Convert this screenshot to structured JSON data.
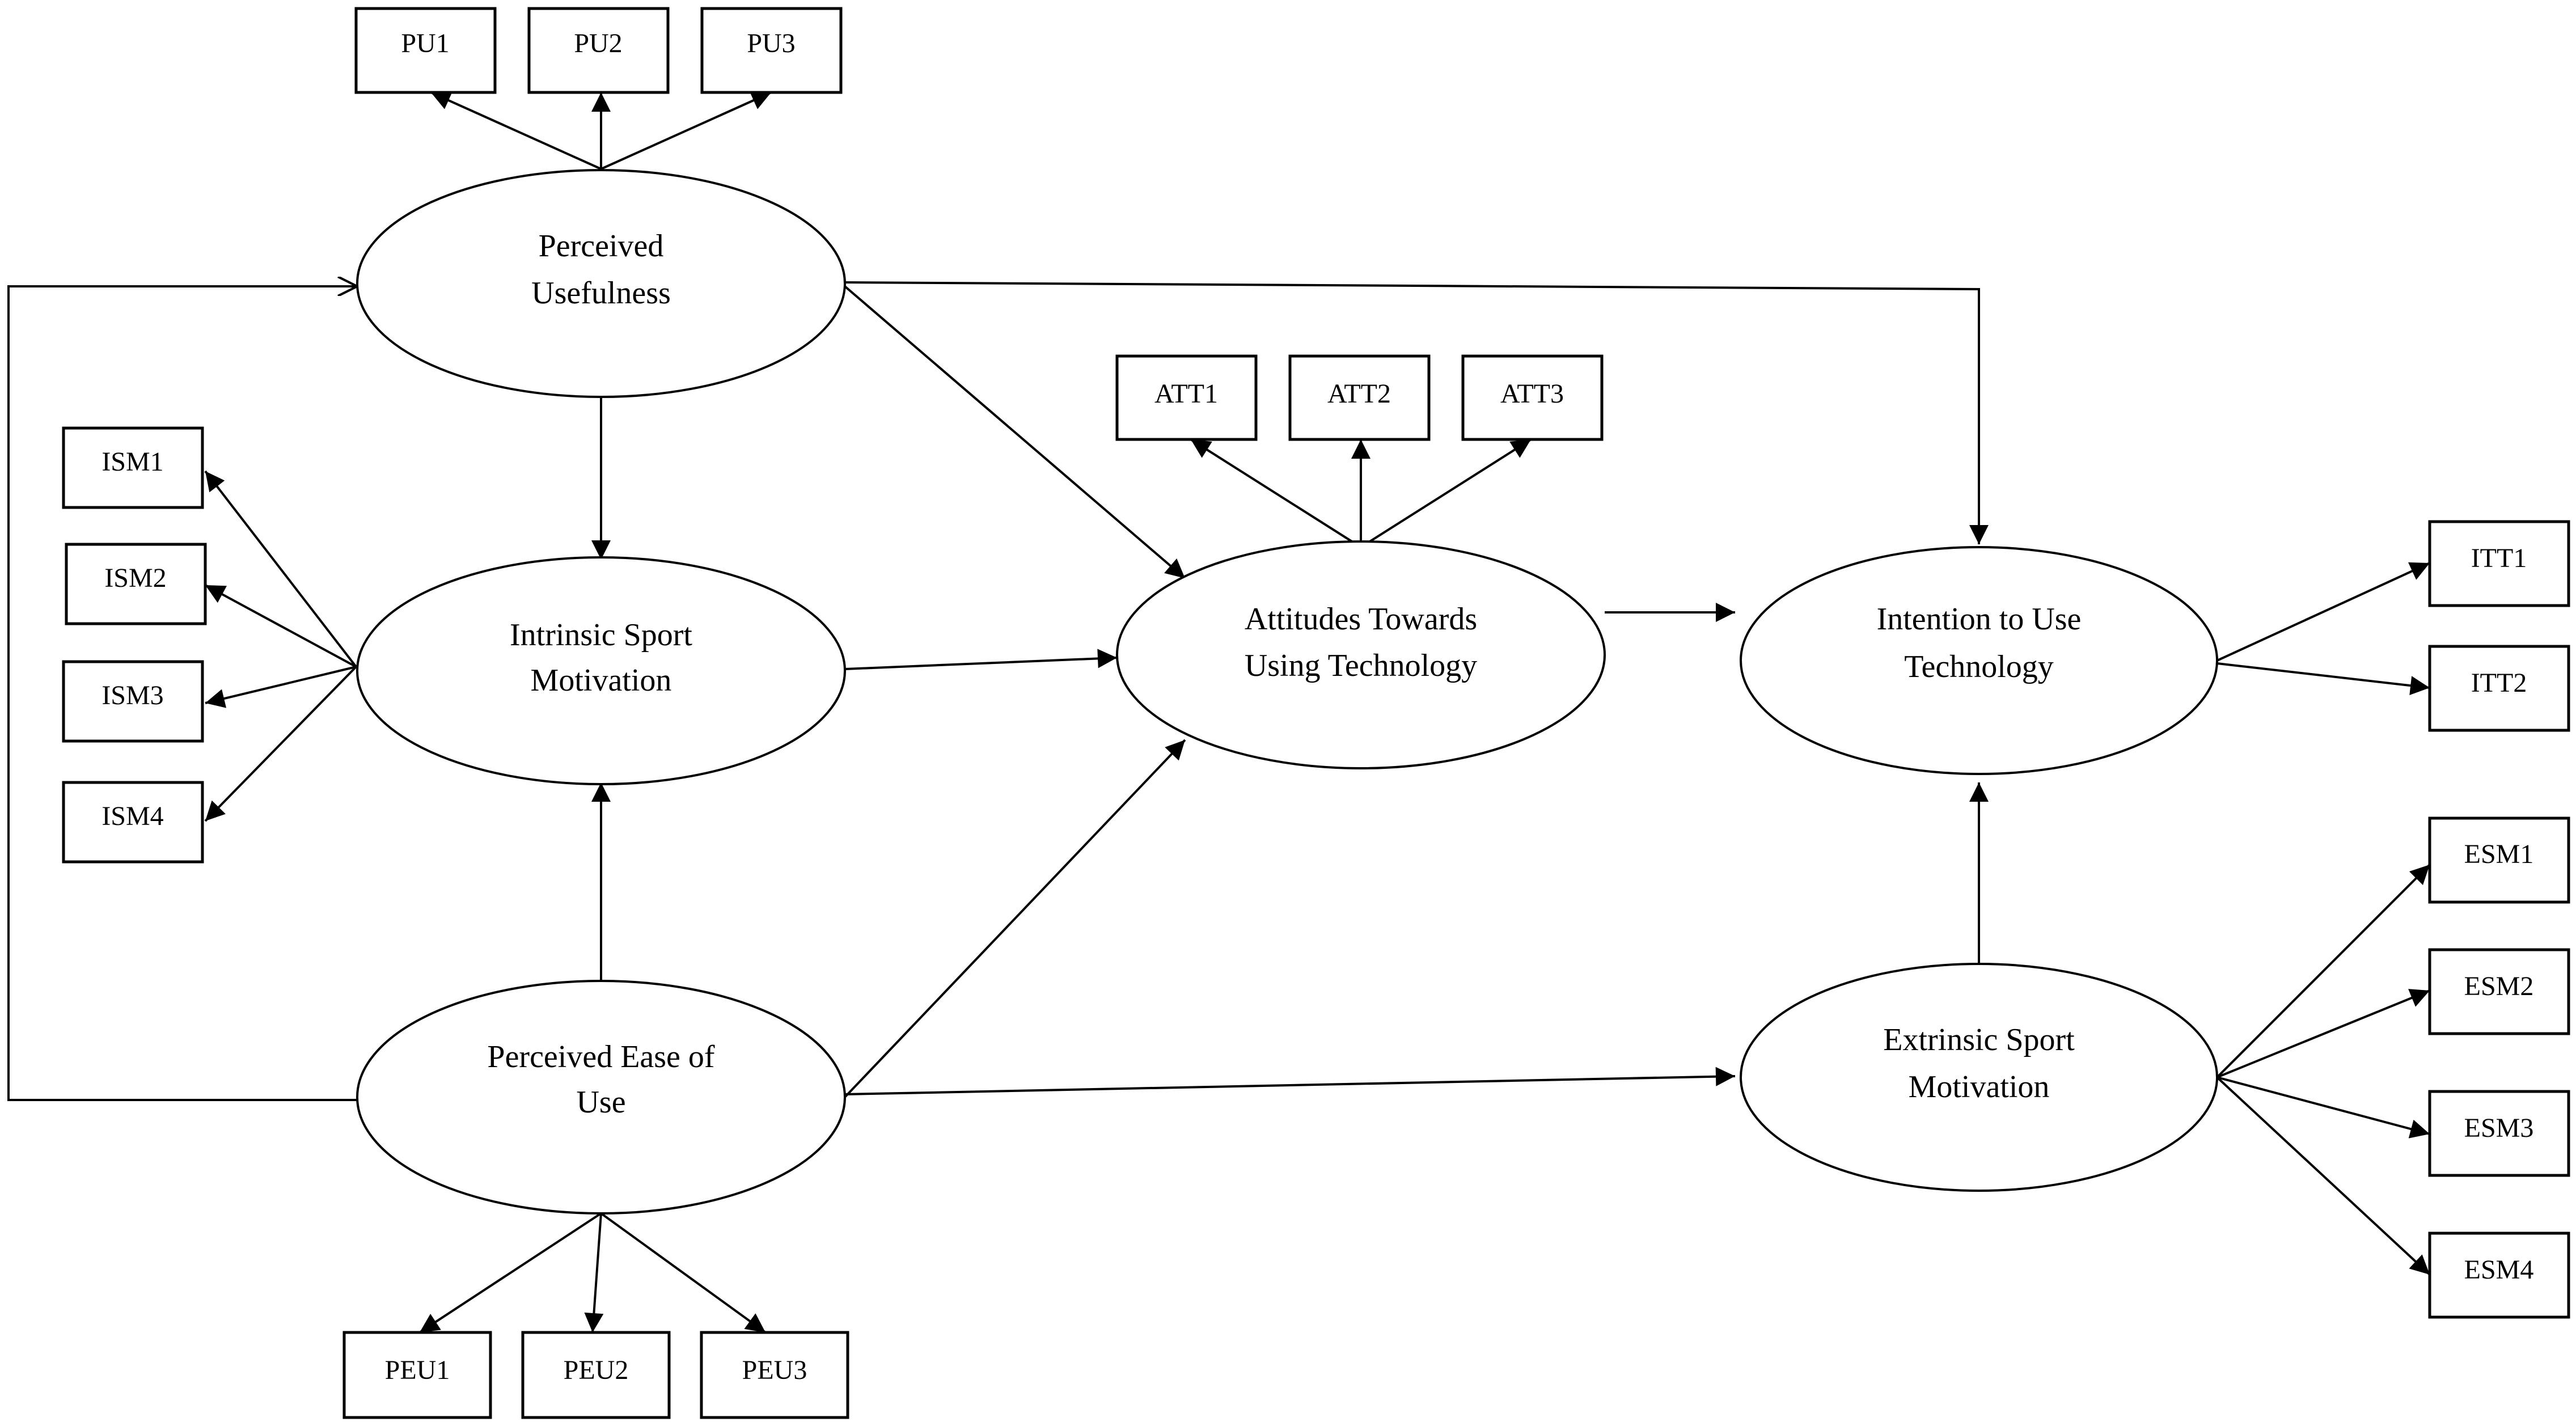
{
  "colors": {
    "stroke": "#000000",
    "background": "#ffffff"
  },
  "constructs": {
    "pu": {
      "line1": "Perceived",
      "line2": "Usefulness"
    },
    "ism": {
      "line1": "Intrinsic Sport",
      "line2": "Motivation"
    },
    "peu": {
      "line1": "Perceived Ease of",
      "line2": "Use"
    },
    "att": {
      "line1": "Attitudes Towards",
      "line2": "Using Technology"
    },
    "itt": {
      "line1": "Intention to Use",
      "line2": "Technology"
    },
    "esm": {
      "line1": "Extrinsic Sport",
      "line2": "Motivation"
    }
  },
  "indicators": {
    "pu1": "PU1",
    "pu2": "PU2",
    "pu3": "PU3",
    "att1": "ATT1",
    "att2": "ATT2",
    "att3": "ATT3",
    "ism1": "ISM1",
    "ism2": "ISM2",
    "ism3": "ISM3",
    "ism4": "ISM4",
    "itt1": "ITT1",
    "itt2": "ITT2",
    "esm1": "ESM1",
    "esm2": "ESM2",
    "esm3": "ESM3",
    "esm4": "ESM4",
    "peu1": "PEU1",
    "peu2": "PEU2",
    "peu3": "PEU3"
  }
}
